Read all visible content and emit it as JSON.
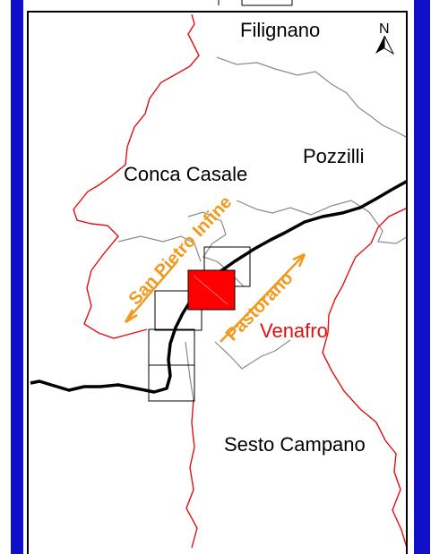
{
  "map": {
    "places": {
      "filignano": "Filignano",
      "pozzilli": "Pozzilli",
      "conca_casale": "Conca Casale",
      "venafro": "Venafro",
      "sesto_campano": "Sesto Campano"
    },
    "routes": {
      "san_pietro_infine": "San Pietro Infine",
      "pastorano": "Pastorano"
    },
    "north_arrow_label": "N",
    "colors": {
      "frame": "#1010c8",
      "boundary_region": "#e01010",
      "boundary_municipal": "#8a8a8a",
      "railway": "#000000",
      "highlight_tile": "#ff0000",
      "route_arrow": "#f29a1e",
      "venafro_label": "#e01010"
    }
  }
}
